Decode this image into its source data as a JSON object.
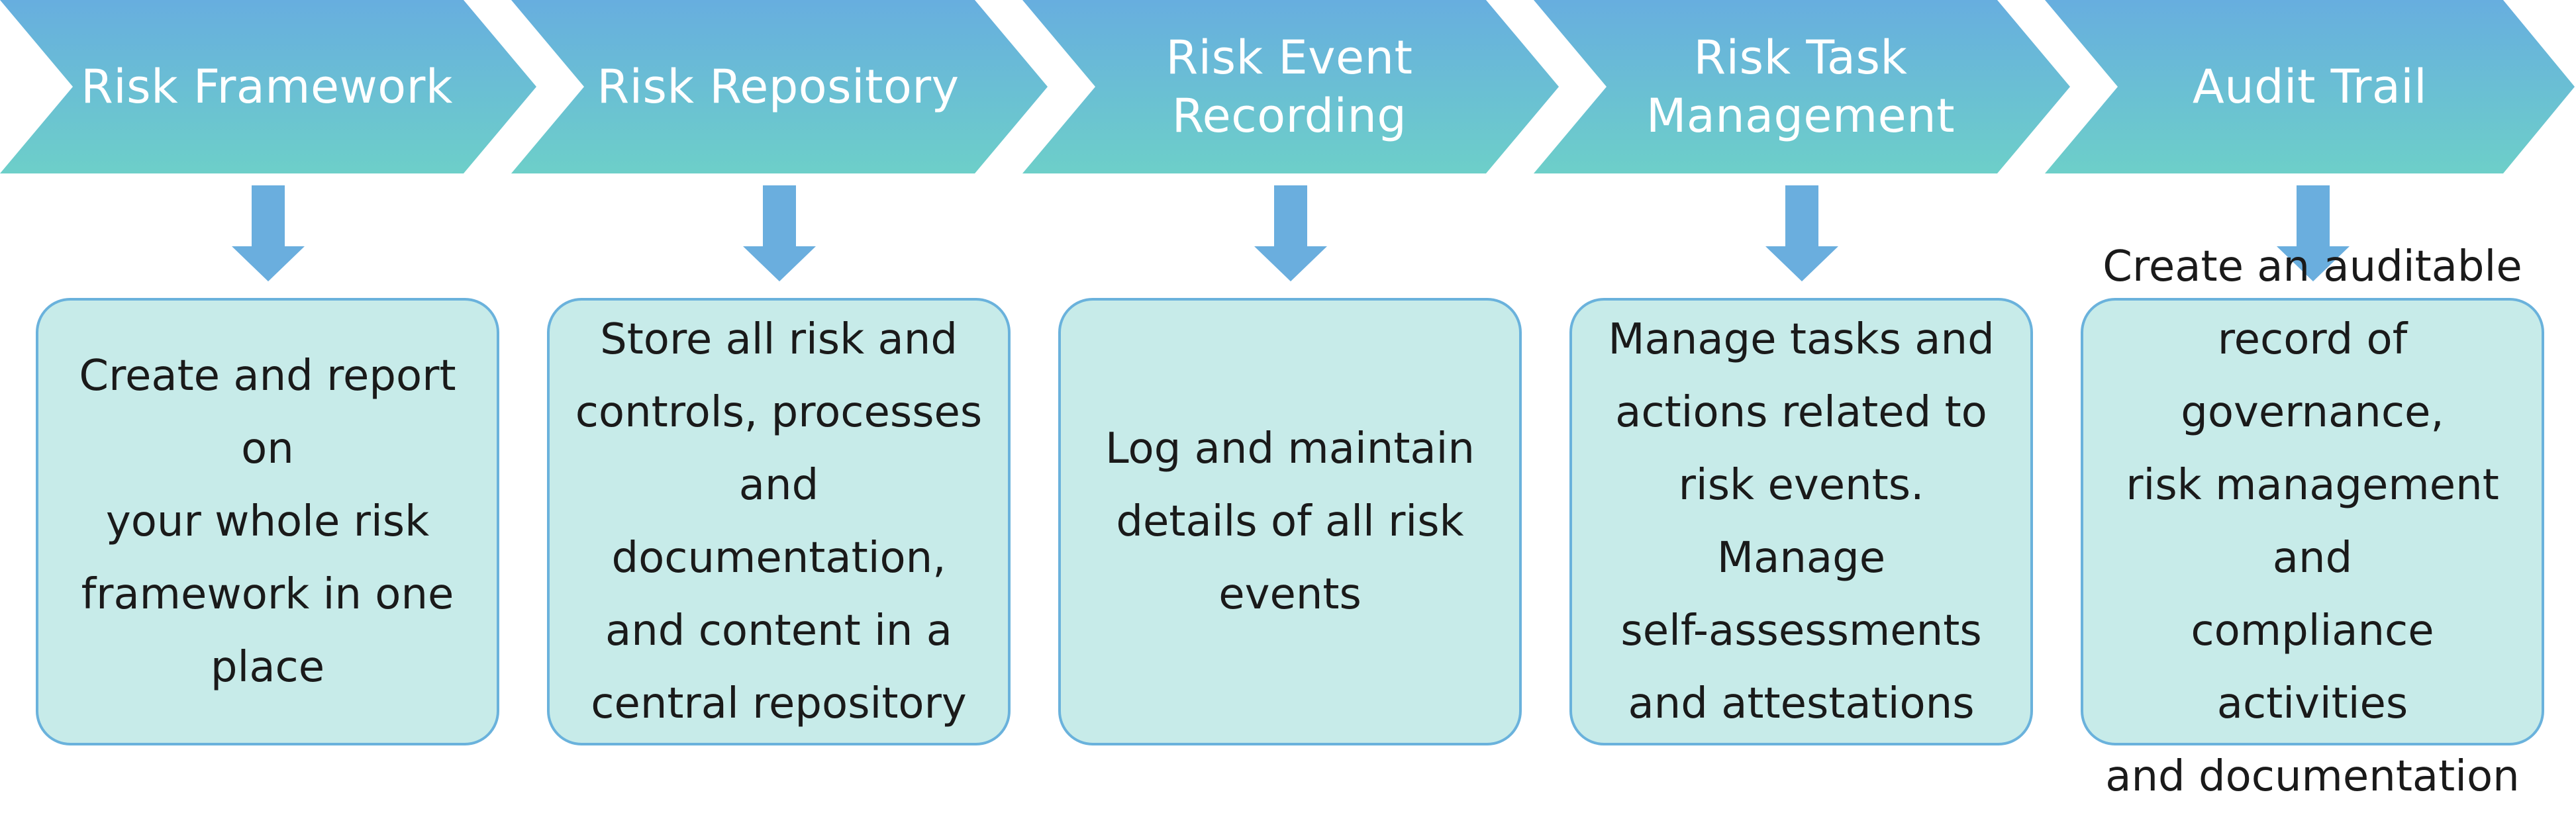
{
  "colors": {
    "chevron_top": "#67aedf",
    "chevron_bottom": "#6dcfc9",
    "arrow": "#6aaede",
    "box_fill": "#c7ebe9",
    "box_border": "#6ab2dc",
    "label_text": "#ffffff",
    "box_text": "#1a1a1a"
  },
  "steps": [
    {
      "title": "Risk Framework",
      "icon": "arrow-down-icon",
      "description": "Create and report on\nyour whole risk\nframework in one\nplace"
    },
    {
      "title": "Risk Repository",
      "icon": "arrow-down-icon",
      "description": "Store all risk and\ncontrols, processes\nand documentation,\nand content in a\ncentral repository"
    },
    {
      "title": "Risk Event\nRecording",
      "icon": "arrow-down-icon",
      "description": "Log and maintain\ndetails of all risk\nevents"
    },
    {
      "title": "Risk Task\nManagement",
      "icon": "arrow-down-icon",
      "description": "Manage tasks and\nactions related to\nrisk events. Manage\nself-assessments\nand attestations"
    },
    {
      "title": "Audit Trail",
      "icon": "arrow-down-icon",
      "description": "Create an auditable\nrecord of governance,\nrisk management and\ncompliance activities\nand documentation"
    }
  ]
}
